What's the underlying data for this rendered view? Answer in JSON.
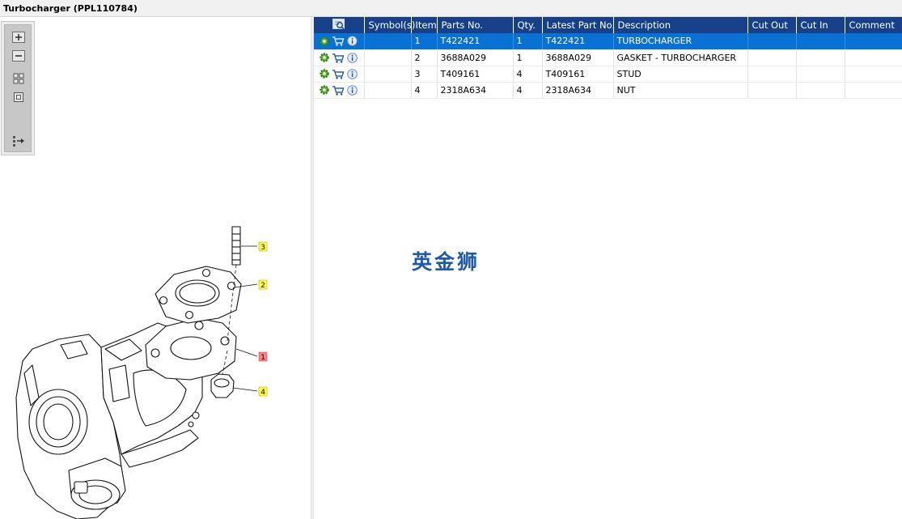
{
  "window": {
    "title": "Turbocharger (PPL110784)"
  },
  "toolbox": {
    "tools": [
      {
        "icon": "zoom-in-icon"
      },
      {
        "icon": "zoom-out-icon"
      },
      {
        "icon": "fit-grid-icon"
      },
      {
        "icon": "actual-size-icon"
      },
      {
        "icon": "export-list-icon"
      }
    ]
  },
  "drawing": {
    "callouts": [
      {
        "label": "3",
        "color": "#ffff33"
      },
      {
        "label": "2",
        "color": "#ffff33"
      },
      {
        "label": "1",
        "color": "#ff8080"
      },
      {
        "label": "4",
        "color": "#ffff33"
      }
    ]
  },
  "table": {
    "headers": {
      "symbols": "Symbol(s)",
      "item": "Item",
      "parts_no": "Parts No.",
      "qty": "Qty.",
      "latest_part_no": "Latest Part No.",
      "description": "Description",
      "cut_out": "Cut Out",
      "cut_in": "Cut In",
      "comment": "Comment"
    },
    "rows": [
      {
        "item": "1",
        "parts_no": "T422421",
        "qty": "1",
        "latest_part_no": "T422421",
        "description": "TURBOCHARGER",
        "cut_out": "",
        "cut_in": "",
        "comment": "",
        "selected": true
      },
      {
        "item": "2",
        "parts_no": "3688A029",
        "qty": "1",
        "latest_part_no": "3688A029",
        "description": "GASKET - TURBOCHARGER",
        "cut_out": "",
        "cut_in": "",
        "comment": ""
      },
      {
        "item": "3",
        "parts_no": "T409161",
        "qty": "4",
        "latest_part_no": "T409161",
        "description": "STUD",
        "cut_out": "",
        "cut_in": "",
        "comment": ""
      },
      {
        "item": "4",
        "parts_no": "2318A634",
        "qty": "4",
        "latest_part_no": "2318A634",
        "description": "NUT",
        "cut_out": "",
        "cut_in": "",
        "comment": ""
      }
    ]
  },
  "watermark": {
    "text": "英金狮"
  },
  "colors": {
    "header": "#16418a",
    "selected_row": "#0a71d4",
    "watermark": "#1f5aa8"
  }
}
